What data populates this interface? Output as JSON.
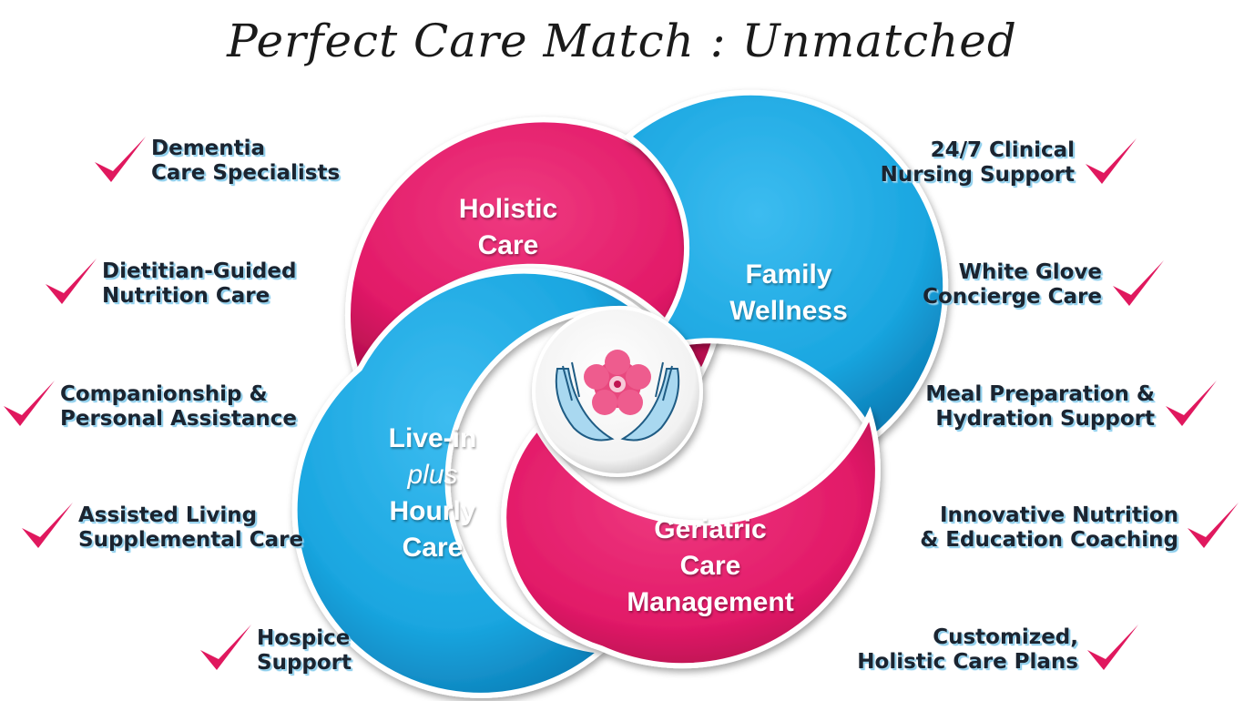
{
  "title": "Perfect Care Match : Unmatched",
  "colors": {
    "pink": "#e21a68",
    "blue": "#1aa6e0",
    "check": "#e0185e",
    "text": "#1b2430"
  },
  "segments": {
    "holistic": {
      "lines": [
        "Holistic",
        "Care"
      ]
    },
    "family": {
      "lines": [
        "Family",
        "Wellness"
      ]
    },
    "livein": {
      "lines": [
        "Live-in",
        "plus",
        "Hourly",
        "Care"
      ]
    },
    "geriatric": {
      "lines": [
        "Geriatric",
        "Care",
        "Management"
      ]
    }
  },
  "center_icon": "hands-holding-flower-icon",
  "left_items": [
    {
      "lines": [
        "Dementia",
        "Care Specialists"
      ]
    },
    {
      "lines": [
        "Dietitian-Guided",
        "Nutrition Care"
      ]
    },
    {
      "lines": [
        "Companionship &",
        "Personal Assistance"
      ]
    },
    {
      "lines": [
        "Assisted Living",
        "Supplemental Care"
      ]
    },
    {
      "lines": [
        "Hospice",
        "Support"
      ]
    }
  ],
  "right_items": [
    {
      "lines": [
        "24/7 Clinical",
        "Nursing Support"
      ]
    },
    {
      "lines": [
        "White Glove",
        "Concierge Care"
      ]
    },
    {
      "lines": [
        "Meal Preparation &",
        "Hydration Support"
      ]
    },
    {
      "lines": [
        "Innovative Nutrition",
        "& Education Coaching"
      ]
    },
    {
      "lines": [
        "Customized,",
        "Holistic Care Plans"
      ]
    }
  ]
}
